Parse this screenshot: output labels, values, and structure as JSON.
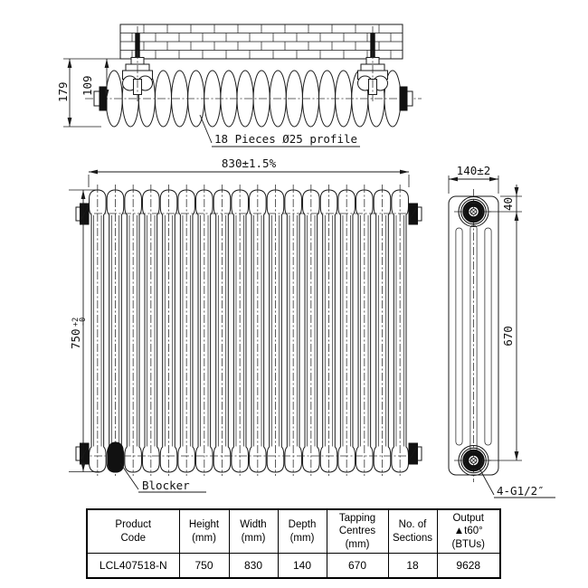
{
  "top_view": {
    "dim_total_depth": "179",
    "dim_wall_to_centre": "109",
    "profile_label": "18 Pieces Ø25 profile"
  },
  "front_view": {
    "dim_width": "830±1.5%",
    "dim_height": "750",
    "dim_height_tol_upper": "+2",
    "dim_height_tol_lower": "-0",
    "blocker_label": "Blocker",
    "sections_count": 18
  },
  "side_view": {
    "dim_depth": "140±2",
    "dim_top_to_tapping": "40",
    "dim_tapping_centres": "670",
    "tapping_label": "4-G1/2″"
  },
  "spec_table": {
    "headers": [
      "Product\nCode",
      "Height\n(mm)",
      "Width\n(mm)",
      "Depth\n(mm)",
      "Tapping\nCentres\n(mm)",
      "No. of\nSections",
      "Output\n▲t60° (BTUs)"
    ],
    "rows": [
      [
        "LCL407518-N",
        "750",
        "830",
        "140",
        "670",
        "18",
        "9628"
      ]
    ]
  },
  "colors": {
    "line": "#1a1a1a",
    "background": "#ffffff"
  }
}
